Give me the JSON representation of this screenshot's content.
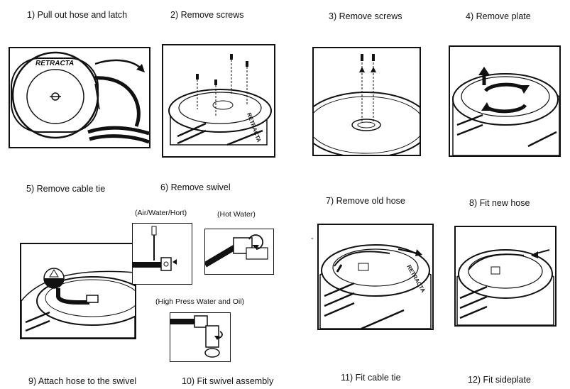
{
  "steps": [
    {
      "label": "1) Pull out hose and latch"
    },
    {
      "label": "2) Remove screws"
    },
    {
      "label": "3) Remove screws"
    },
    {
      "label": "4) Remove plate"
    },
    {
      "label": "5) Remove cable tie"
    },
    {
      "label": "6) Remove swivel"
    },
    {
      "label": "7) Remove old hose"
    },
    {
      "label": "8) Fit new hose"
    },
    {
      "label": "9) Attach hose to the swivel"
    },
    {
      "label": "10) Fit swivel assembly"
    },
    {
      "label": "11) Fit cable tie"
    },
    {
      "label": "12) Fit sideplate"
    }
  ],
  "swivel_variants": [
    {
      "label": "(Air/Water/Hort)"
    },
    {
      "label": "(Hot Water)"
    },
    {
      "label": "(High Press Water and Oil)"
    }
  ],
  "brand": "RETRACTA",
  "stray_mark": "-",
  "colors": {
    "line": "#111111",
    "fill": "#ffffff",
    "shade": "#d9d9d9"
  }
}
